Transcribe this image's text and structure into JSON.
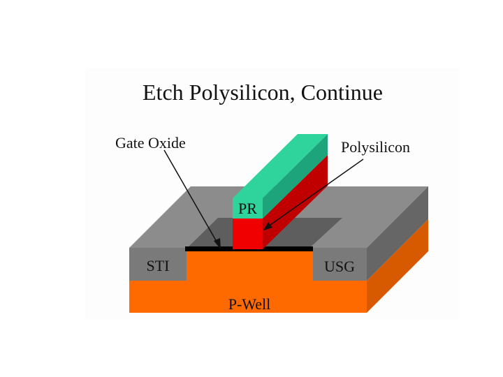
{
  "title": "Etch Polysilicon, Continue",
  "labels": {
    "gate_oxide": "Gate Oxide",
    "polysilicon": "Polysilicon",
    "pr": "PR",
    "sti": "STI",
    "usg": "USG",
    "p_well": "P-Well"
  },
  "colors": {
    "p_well": "#ff6a00",
    "p_well_side": "#d85a00",
    "usg_top": "#8c8c8c",
    "usg_front": "#7a7a7a",
    "usg_side": "#666666",
    "active_area": "#5e5e5e",
    "gate_oxide": "#000000",
    "polysilicon": "#f00000",
    "polysilicon_side": "#c00000",
    "photoresist": "#2fd39c",
    "photoresist_side": "#1ea47a"
  }
}
